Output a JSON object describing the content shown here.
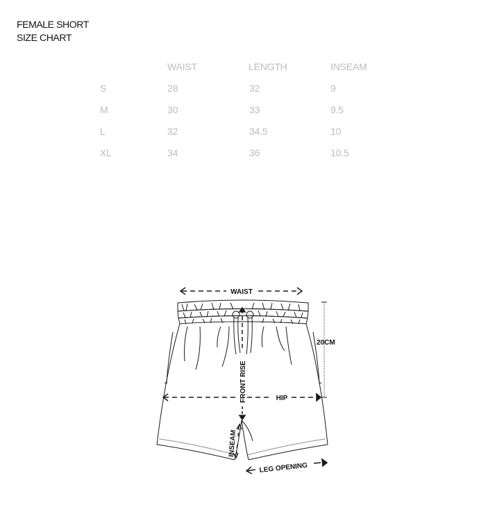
{
  "header": {
    "line1": "FEMALE SHORT",
    "line2": "SIZE CHART"
  },
  "table": {
    "columns": [
      "WAIST",
      "LENGTH",
      "INSEAM"
    ],
    "rows": [
      {
        "size": "S",
        "values": [
          "28",
          "32",
          "9"
        ]
      },
      {
        "size": "M",
        "values": [
          "30",
          "33",
          "9.5"
        ]
      },
      {
        "size": "L",
        "values": [
          "32",
          "34.5",
          "10"
        ]
      },
      {
        "size": "XL",
        "values": [
          "34",
          "36",
          "10.5"
        ]
      }
    ]
  },
  "diagram": {
    "labels": {
      "waist": "WAIST",
      "front_rise": "FRONT RISE",
      "hip": "HIP",
      "inseam": "INSEAM",
      "leg_opening": "LEG OPENING",
      "waist_height": "20CM"
    },
    "colors": {
      "line": "#1a1a1a",
      "text_primary": "#111111",
      "table_text": "#bdbdbd"
    }
  }
}
